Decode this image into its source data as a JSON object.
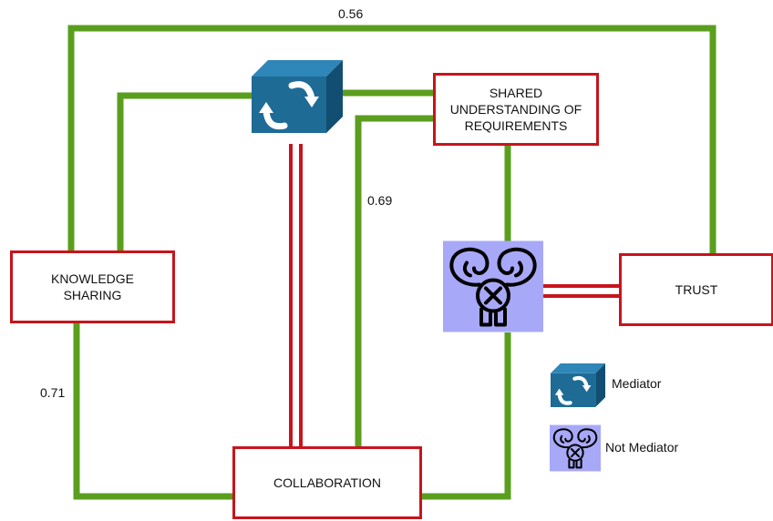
{
  "nodes": {
    "knowledge_sharing": {
      "line1": "KNOWLEDGE",
      "line2": "SHARING"
    },
    "shared_understanding": {
      "line1": "SHARED",
      "line2": "UNDERSTANDING OF",
      "line3": "REQUIREMENTS"
    },
    "trust": {
      "label": "TRUST"
    },
    "collaboration": {
      "label": "COLLABORATION"
    }
  },
  "edge_labels": {
    "ks_trust": "0.56",
    "sur_collaboration": "0.69",
    "ks_collaboration": "0.71"
  },
  "legend": {
    "mediator": {
      "label": "Mediator",
      "icon": "mediator-cube-icon"
    },
    "not_mediator": {
      "label": "Not Mediator",
      "icon": "not-mediator-icon"
    }
  },
  "colors": {
    "box_border": "#c8141c",
    "green_line": "#5a9e1e",
    "red_line": "#c8141c",
    "mediator_blue": "#1e6b96",
    "not_mediator_bg": "#a8a8f8"
  }
}
